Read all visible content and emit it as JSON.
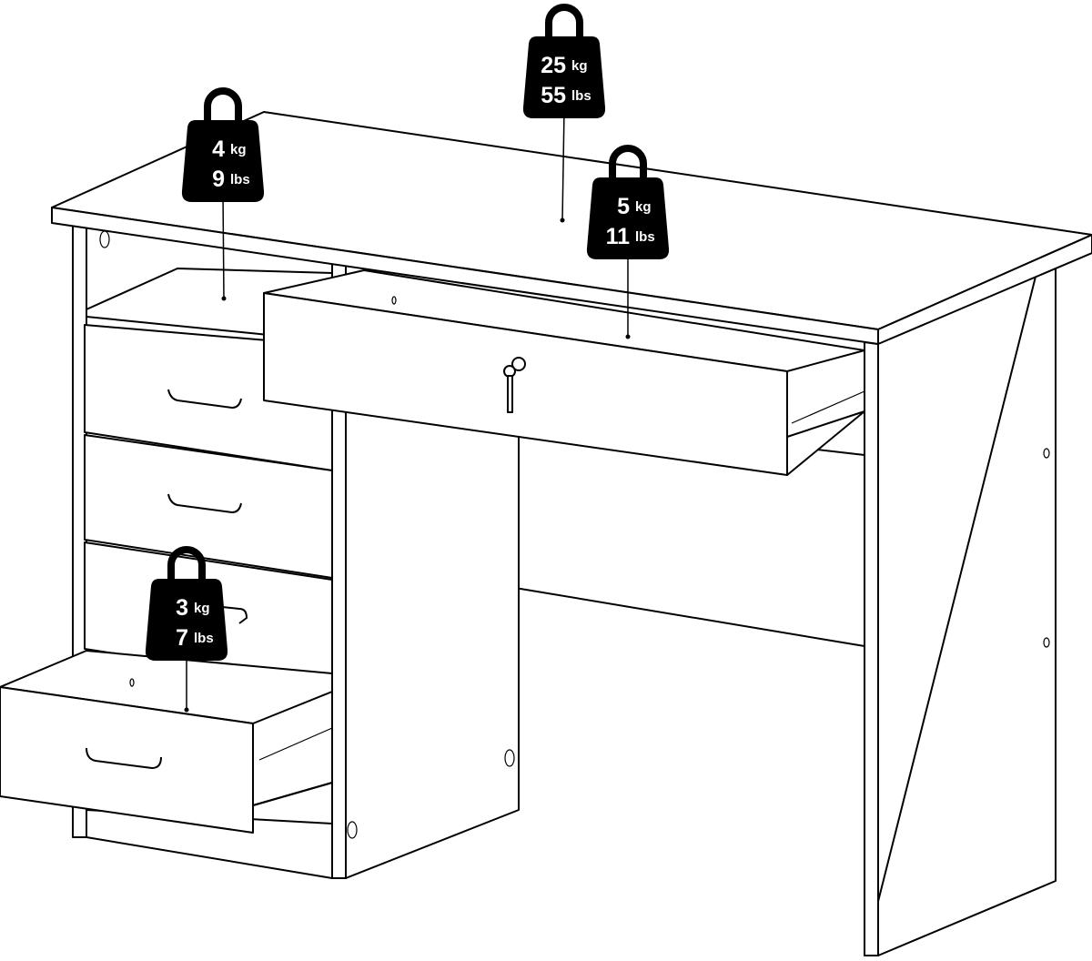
{
  "weights": [
    {
      "id": "desktop",
      "kg": "25",
      "kg_unit": "kg",
      "lbs": "55",
      "lbs_unit": "lbs"
    },
    {
      "id": "shelf",
      "kg": "4",
      "kg_unit": "kg",
      "lbs": "9",
      "lbs_unit": "lbs"
    },
    {
      "id": "top-drawer",
      "kg": "5",
      "kg_unit": "kg",
      "lbs": "11",
      "lbs_unit": "lbs"
    },
    {
      "id": "pedestal-drawer",
      "kg": "3",
      "kg_unit": "kg",
      "lbs": "7",
      "lbs_unit": "lbs"
    }
  ],
  "colors": {
    "line": "#000000",
    "weight_fill": "#000000",
    "weight_text": "#ffffff",
    "background": "#ffffff"
  }
}
